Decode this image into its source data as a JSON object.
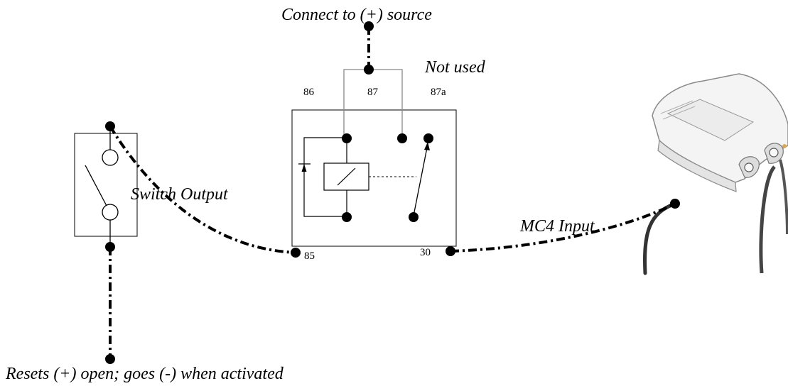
{
  "labels": {
    "connect_source": "Connect to (+) source",
    "not_used": "Not used",
    "switch_output": "Switch Output",
    "mc4_input": "MC4 Input",
    "resets": "Resets (+) open; goes (-) when activated"
  },
  "relay_pins": {
    "p86": "86",
    "p87": "87",
    "p87a": "87a",
    "p85": "85",
    "p30": "30"
  },
  "colors": {
    "wire": "#000000",
    "thin_line": "#888888",
    "device_body": "#f2f2f2"
  },
  "icons": {
    "device": "mc4-device-icon",
    "switch": "switch-symbol-icon",
    "relay": "relay-symbol-icon"
  }
}
